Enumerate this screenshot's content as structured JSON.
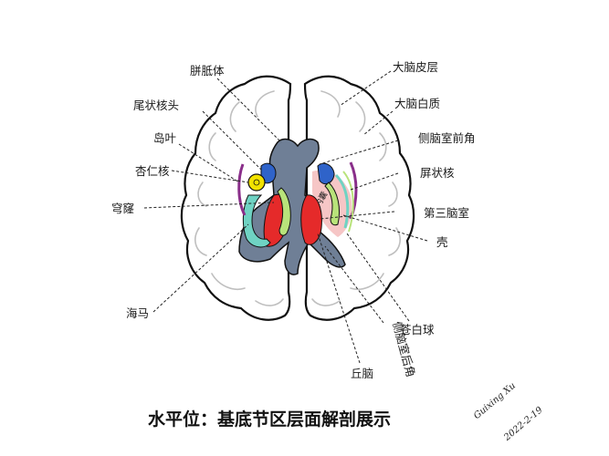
{
  "labels": {
    "corpus_callosum": "胼胝体",
    "caudate_head": "尾状核头",
    "insula": "岛叶",
    "amygdala": "杏仁核",
    "fornix": "穹窿",
    "hippocampus": "海马",
    "cerebral_cortex": "大脑皮层",
    "white_matter": "大脑白质",
    "anterior_horn": "侧脑室前角",
    "claustrum": "屏状核",
    "third_ventricle": "第三脑室",
    "putamen": "壳",
    "globus_pallidus": "苍白球",
    "posterior_horn": "侧脑室后角",
    "thalamus": "丘脑",
    "internal_capsule": "内囊"
  },
  "title": "水平位：基底节区层面解剖展示",
  "signature": {
    "name": "Guixing Xu",
    "date": "2022-2-19"
  },
  "colors": {
    "ventricle": "#6f7f96",
    "caudate": "#2f63c9",
    "thalamus": "#e52a2a",
    "hippocampus": "#6fd3c3",
    "amygdala": "#f2e200",
    "globus_pallidus": "#b8e37a",
    "insula": "#8a2f8a",
    "capsule": "#f6c6c6",
    "white_matter": "#ffffff",
    "cortex_stroke": "#111111"
  }
}
